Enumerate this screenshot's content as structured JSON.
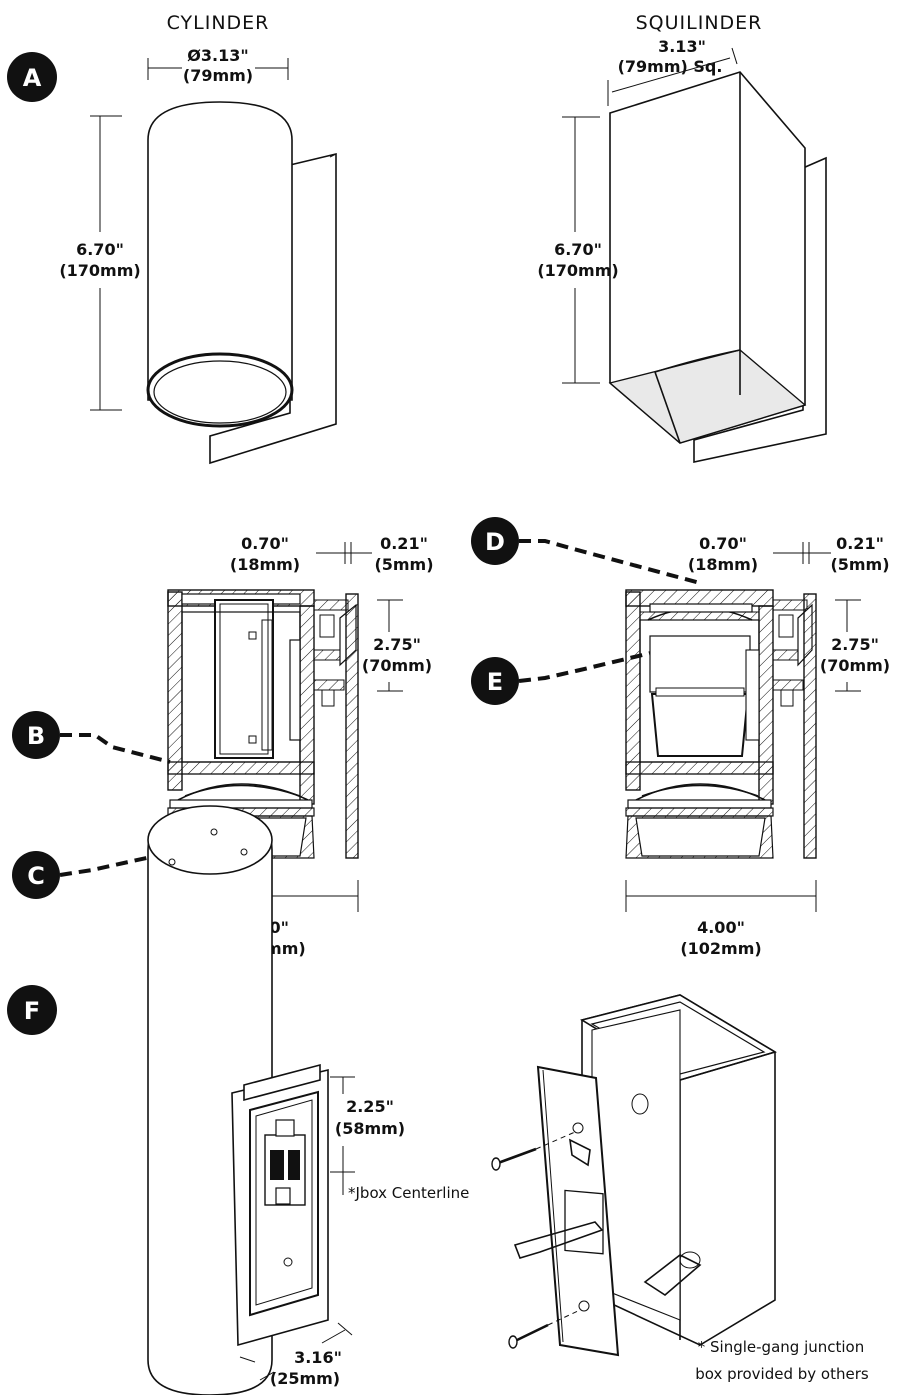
{
  "titles": {
    "cylinder": "CYLINDER",
    "squilinder": "SQUILINDER"
  },
  "badges": {
    "a": "A",
    "b": "B",
    "c": "C",
    "d": "D",
    "e": "E",
    "f": "F"
  },
  "dims_top": {
    "cyl_diameter": "Ø3.13\"",
    "cyl_diameter_mm": "(79mm)",
    "cyl_height": "6.70\"",
    "cyl_height_mm": "(170mm)",
    "sq_width": "3.13\"",
    "sq_width_mm": "(79mm) Sq.",
    "sq_height": "6.70\"",
    "sq_height_mm": "(170mm)"
  },
  "dims_section": {
    "left_a": "0.70\"",
    "left_a_mm": "(18mm)",
    "left_b": "0.21\"",
    "left_b_mm": "(5mm)",
    "left_c": "2.75\"",
    "left_c_mm": "(70mm)",
    "left_w": "4.00\"",
    "left_w_mm": "(102mm)",
    "right_a": "0.70\"",
    "right_a_mm": "(18mm)",
    "right_b": "0.21\"",
    "right_b_mm": "(5mm)",
    "right_c": "2.75\"",
    "right_c_mm": "(70mm)",
    "right_w": "4.00\"",
    "right_w_mm": "(102mm)"
  },
  "dims_mount": {
    "h": "2.25\"",
    "h_mm": "(58mm)",
    "jbox": "*Jbox Centerline",
    "w": "3.16\"",
    "w_mm": "(25mm)",
    "note1": "* Single-gang junction",
    "note2": "box provided by others"
  }
}
